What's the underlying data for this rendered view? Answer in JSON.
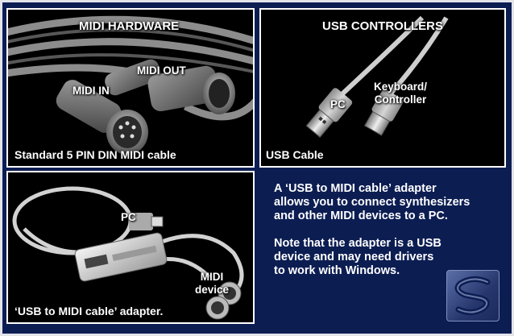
{
  "panels": {
    "midi_hardware": {
      "title": "MIDI HARDWARE",
      "midi_in": "MIDI IN",
      "midi_out": "MIDI OUT",
      "caption": "Standard 5 PIN DIN MIDI cable"
    },
    "usb_controllers": {
      "title": "USB CONTROLLERS",
      "pc": "PC",
      "keyboard_line1": "Keyboard/",
      "keyboard_line2": "Controller",
      "caption": "USB Cable"
    },
    "adapter": {
      "pc": "PC",
      "midi_line1": "MIDI",
      "midi_line2": "device",
      "caption": "‘USB to MIDI cable’ adapter."
    },
    "info": {
      "paragraph1": "A ‘USB to MIDI cable’ adapter\nallows you to connect synthesizers\nand other MIDI devices to a PC.",
      "paragraph2": "Note that the adapter is a USB\ndevice and may need drivers\nto work with Windows."
    }
  },
  "logo_icon": "s-logo-icon",
  "colors": {
    "background": "#0c1d52",
    "panel": "#000000",
    "border": "#ffffff",
    "text": "#ffffff"
  }
}
